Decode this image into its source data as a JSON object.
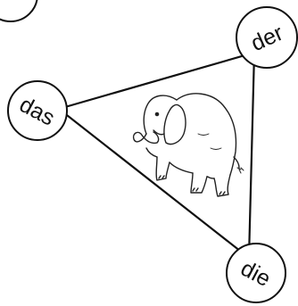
{
  "labels": {
    "top_right": "der",
    "left": "das",
    "bottom": "die"
  },
  "illustration": {
    "subject": "elephant-icon"
  },
  "colors": {
    "ink": "#111111",
    "paper": "#ffffff"
  }
}
